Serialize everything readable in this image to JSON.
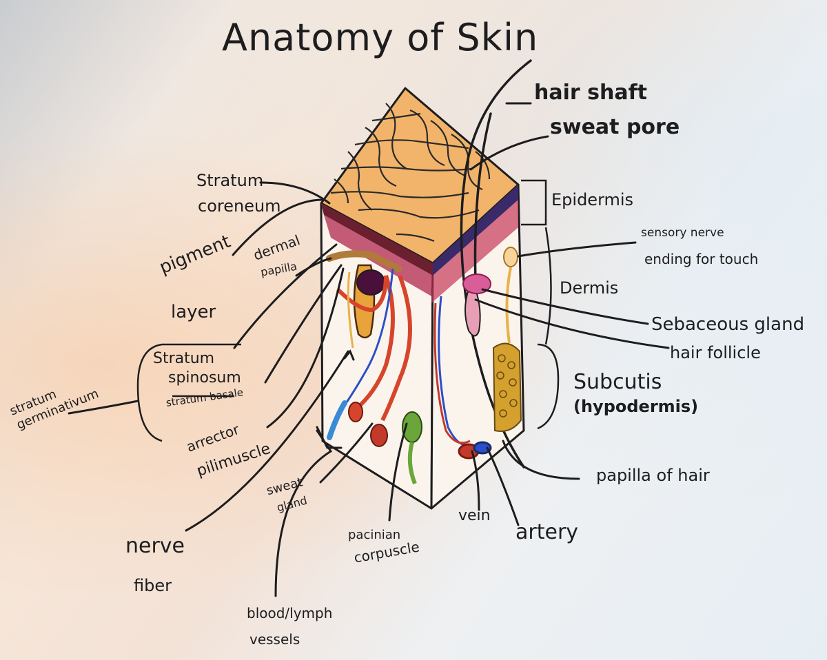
{
  "title": "Anatomy of Skin",
  "labels": {
    "hair_shaft": "hair shaft",
    "sweat_pore": "sweat pore",
    "stratum_coreneum_1": "Stratum",
    "stratum_coreneum_2": "coreneum",
    "epidermis": "Epidermis",
    "pigment_layer_1": "pigment",
    "pigment_layer_2": "layer",
    "dermal_papilla_1": "dermal",
    "dermal_papilla_2": "papilla",
    "sensory_nerve_1": "sensory nerve",
    "sensory_nerve_2": "ending for touch",
    "dermis": "Dermis",
    "sebaceous_gland": "Sebaceous gland",
    "hair_follicle": "hair follicle",
    "stratum_spinosum_1": "Stratum",
    "stratum_spinosum_2": "spinosum",
    "stratum_basale": "stratum basale",
    "stratum_germinativum_1": "stratum",
    "stratum_germinativum_2": "germinativum",
    "subcutis_1": "Subcutis",
    "subcutis_2": "(hypodermis)",
    "arrector_1": "arrector",
    "arrector_2": "pilimuscle",
    "sweat_gland_1": "sweat",
    "sweat_gland_2": "gland",
    "papilla_of_hair": "papilla of hair",
    "nerve_fiber_1": "nerve",
    "nerve_fiber_2": "fiber",
    "pacinian_1": "pacinian",
    "pacinian_2": "corpuscle",
    "vein": "vein",
    "artery": "artery",
    "blood_lymph_1": "blood/lymph",
    "blood_lymph_2": "vessels"
  },
  "colors": {
    "ink": "#1d1d1f",
    "epidermis_tan": "#f2b46a",
    "dermis_pink": "#b2284f",
    "artery_red": "#d6452b",
    "vein_blue": "#2b4fc9",
    "fat_gold": "#d4a02e",
    "pacinian_green": "#6aa63a",
    "nerve_yellow": "#e8b24a"
  }
}
